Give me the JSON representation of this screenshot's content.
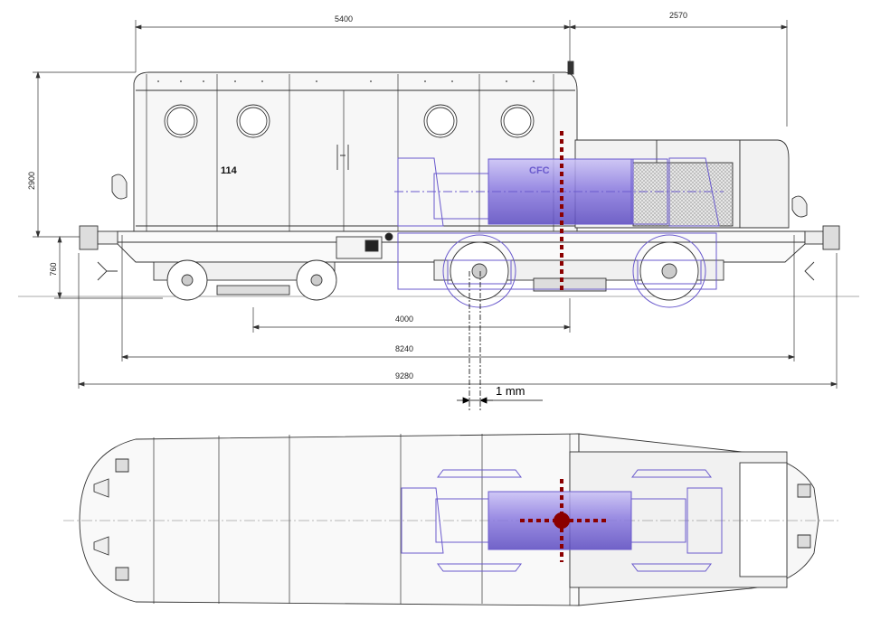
{
  "dimensions": {
    "d5400": "5400",
    "d2570": "2570",
    "d2900": "2900",
    "d760": "760",
    "d4000": "4000",
    "d8240": "8240",
    "d9280": "9280"
  },
  "annotations": {
    "offset_note": "1 mm",
    "unit_label": "CFC",
    "locomotive_number": "114"
  },
  "colors": {
    "line": "#333333",
    "overlay_stroke": "#6a5acd",
    "overlay_fill": "#8b7be0",
    "centerline": "#8b0000"
  }
}
